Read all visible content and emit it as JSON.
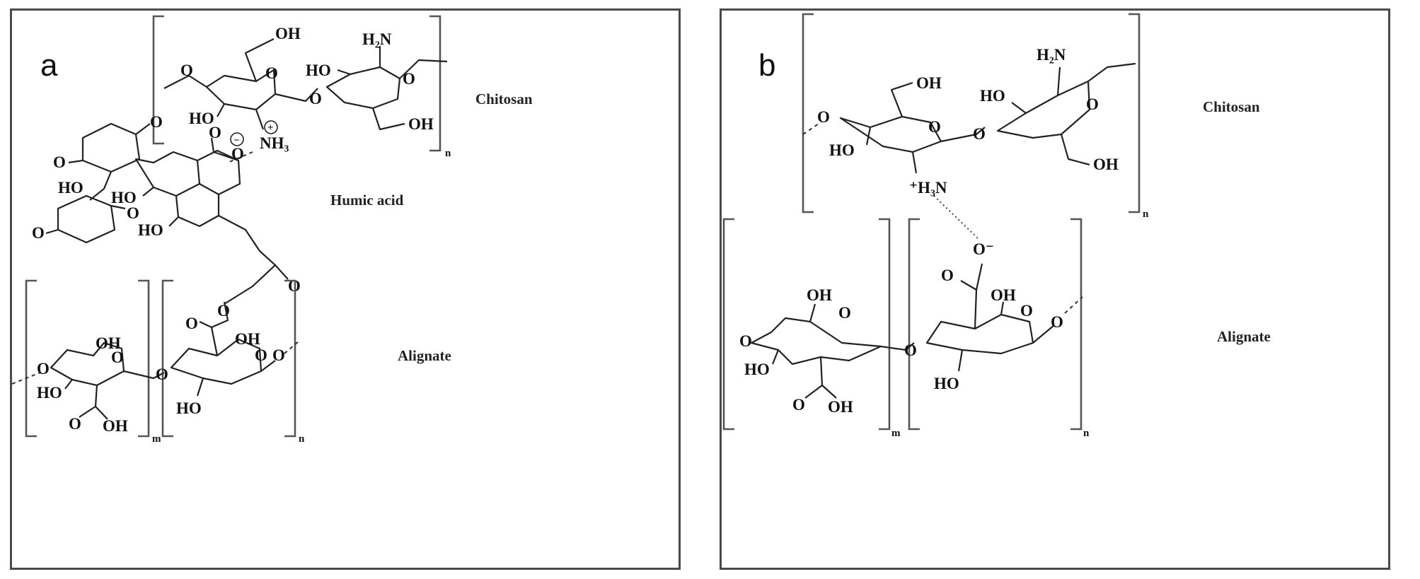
{
  "panel_a": {
    "letter": "a",
    "components": {
      "chitosan": "Chitosan",
      "humic_acid": "Humic acid",
      "alignate": "Alignate"
    },
    "groups": {
      "oh": "OH",
      "ho": "HO",
      "o": "O",
      "h2n": "H₂N",
      "nh3": "NH₃",
      "minus_sign": "−",
      "plus_sign": "+",
      "repeat_n": "n",
      "repeat_m": "m"
    }
  },
  "panel_b": {
    "letter": "b",
    "components": {
      "chitosan": "Chitosan",
      "alignate": "Alignate"
    },
    "groups": {
      "oh": "OH",
      "ho": "HO",
      "o": "O",
      "h2n": "H₂N",
      "h3n": "⁺H₃N",
      "o_minus": "O⁻",
      "repeat_n": "n",
      "repeat_m": "m"
    }
  }
}
